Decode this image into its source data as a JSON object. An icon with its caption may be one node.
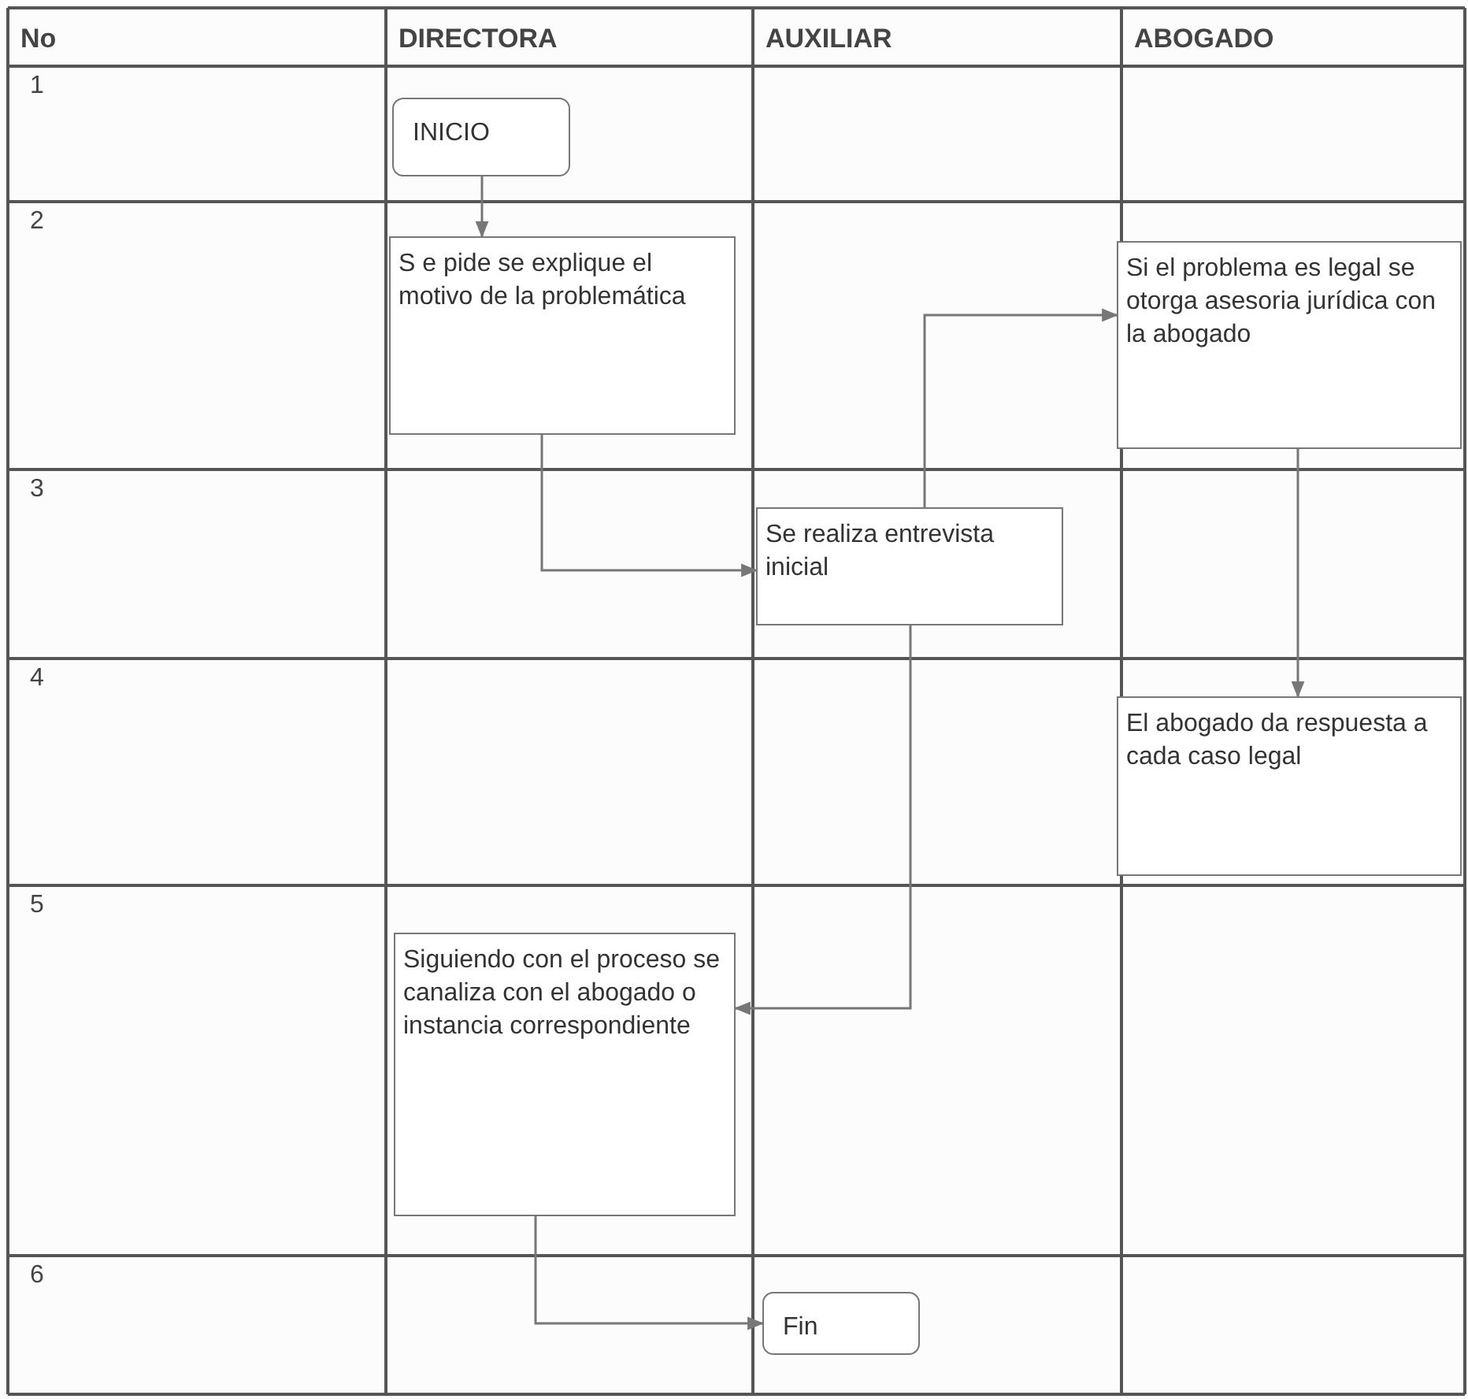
{
  "diagram": {
    "nodes": [
      {
        "text": [
          "INICIO"
        ]
      },
      {
        "text": [
          "S e pide se explique el motivo de la problemática"
        ]
      },
      {
        "text": [
          "Si el problema es legal se otorga asesoria jurídica con la abogado"
        ]
      },
      {
        "text": [
          "Se realiza entrevista inicial"
        ]
      },
      {
        "text": [
          "El abogado da respuesta a cada caso legal"
        ]
      },
      {
        "text": [
          "Siguiendo con el proceso se canaliza con el abogado o instancia correspondiente"
        ]
      },
      {
        "text": [
          "Fin"
        ]
      }
    ],
    "edges": [
      {
        "from": 0,
        "to": 1,
        "arrow": "to"
      },
      {
        "from": 1,
        "to": 3,
        "arrow": "to"
      },
      {
        "from": 3,
        "to": 2,
        "arrow": "to"
      },
      {
        "from": 2,
        "to": 4,
        "arrow": "to"
      },
      {
        "from": 3,
        "to": 5,
        "arrow": "to"
      },
      {
        "from": 5,
        "to": 6,
        "arrow": "to"
      }
    ],
    "labels": [
      "No",
      "DIRECTORA",
      "AUXILIAR",
      "ABOGADO",
      "1",
      "2",
      "3",
      "4",
      "5",
      "6"
    ]
  }
}
